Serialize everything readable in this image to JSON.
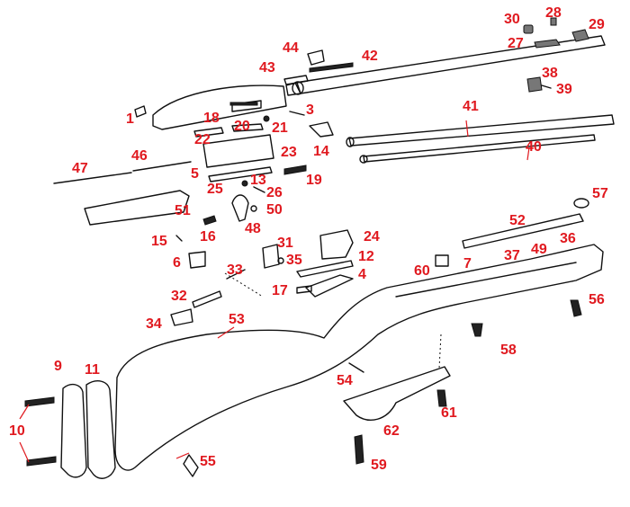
{
  "diagram": {
    "callouts": [
      "1",
      "3",
      "4",
      "5",
      "6",
      "7",
      "9",
      "10",
      "11",
      "12",
      "13",
      "14",
      "15",
      "16",
      "17",
      "18",
      "19",
      "20",
      "21",
      "22",
      "23",
      "24",
      "25",
      "26",
      "27",
      "28",
      "29",
      "30",
      "31",
      "32",
      "33",
      "34",
      "35",
      "36",
      "37",
      "38",
      "39",
      "40",
      "41",
      "42",
      "43",
      "44",
      "46",
      "47",
      "48",
      "49",
      "50",
      "51",
      "52",
      "53",
      "54",
      "55",
      "56",
      "57",
      "58",
      "59",
      "60",
      "61",
      "62"
    ]
  }
}
